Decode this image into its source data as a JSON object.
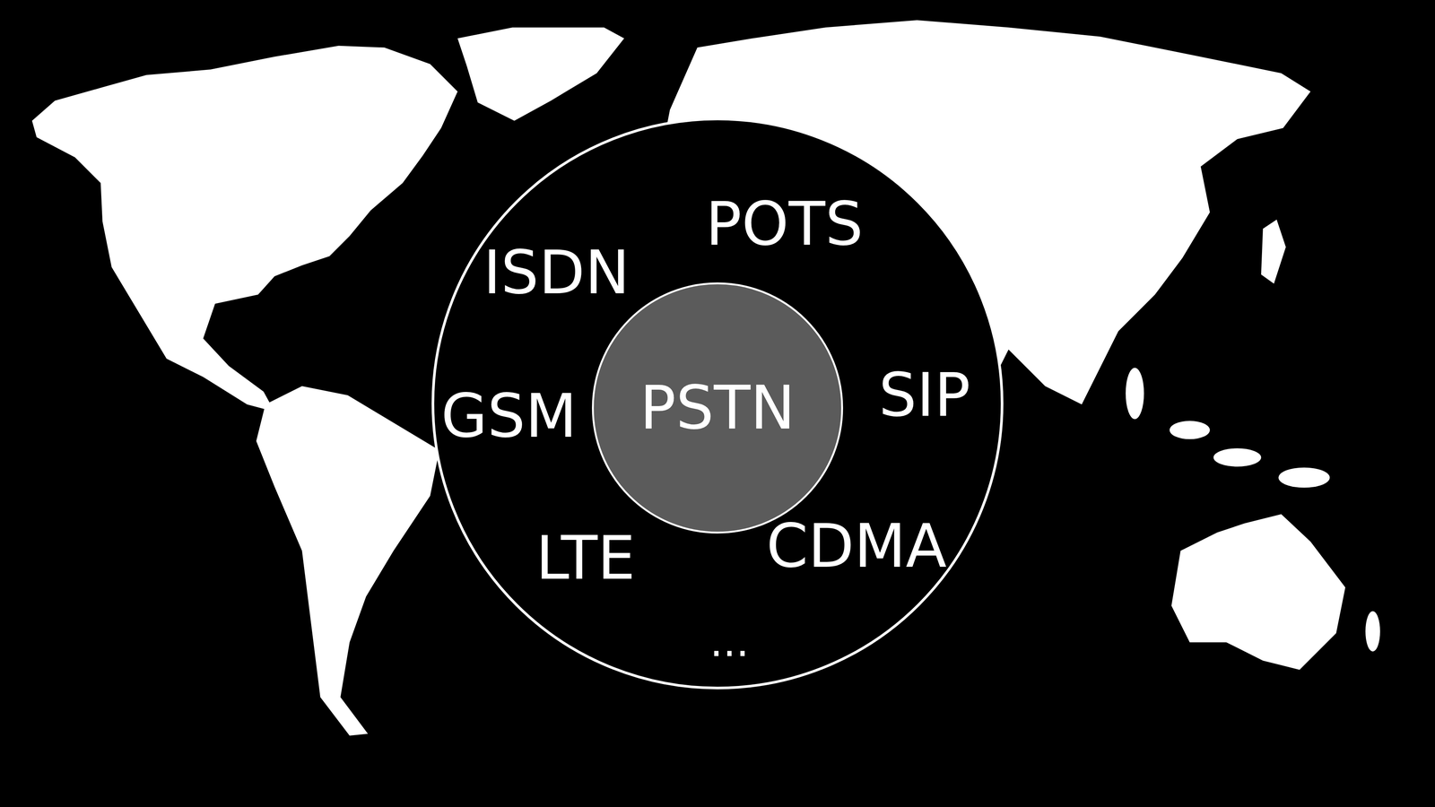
{
  "diagram": {
    "nodes": [
      {
        "text": [
          "POTS",
          "ISDN",
          "GSM",
          "SIP",
          "LTE",
          "CDMA",
          "..."
        ]
      },
      {
        "text": [
          "PSTN"
        ],
        "in": 0
      }
    ]
  }
}
